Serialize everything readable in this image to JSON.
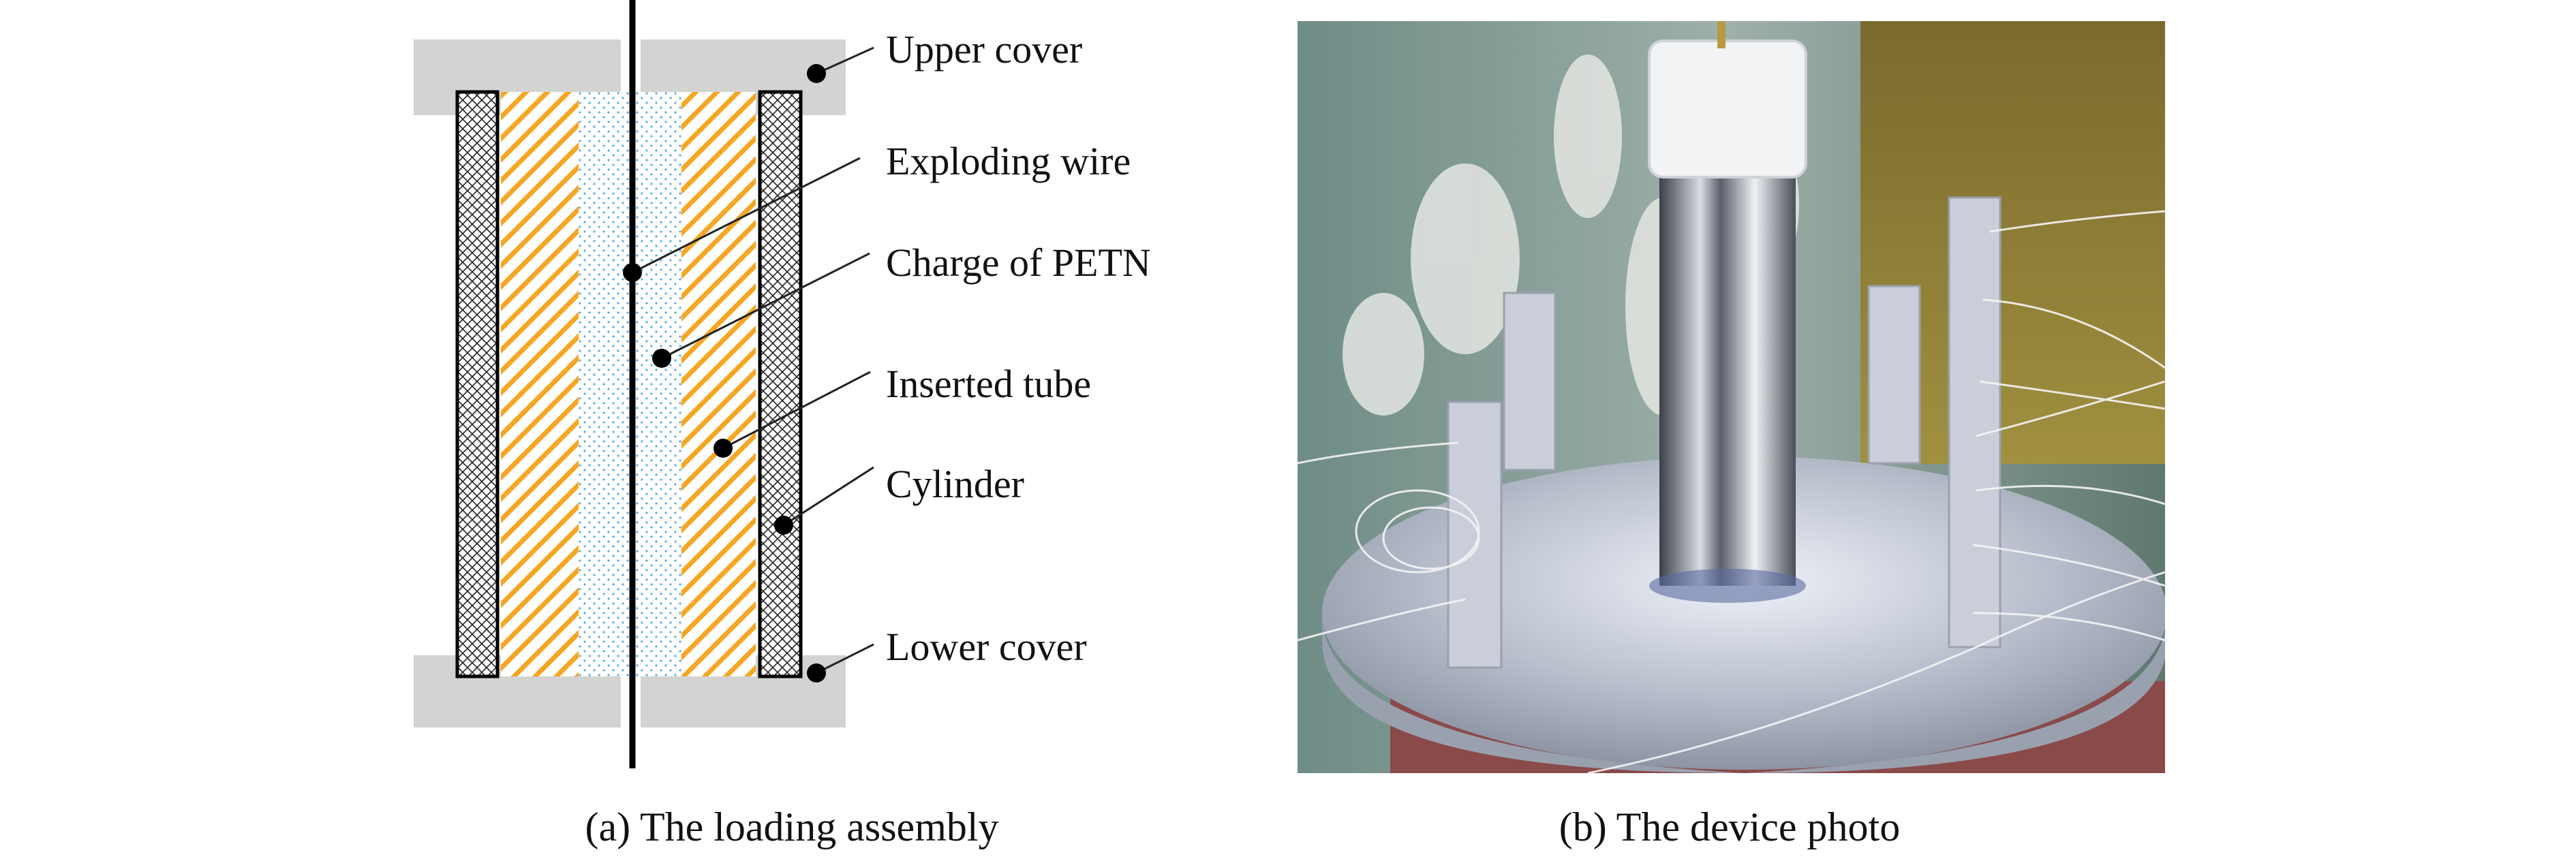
{
  "figure_a": {
    "caption": "(a) The loading assembly",
    "labels": {
      "upper_cover": "Upper cover",
      "exploding_wire": "Exploding wire",
      "charge": "Charge of PETN",
      "inserted_tube": "Inserted tube",
      "cylinder": "Cylinder",
      "lower_cover": "Lower cover"
    },
    "colors": {
      "cover": "#d3d3d1",
      "tube_hatch": "#f6a623",
      "charge_dots": "#5aaee0",
      "wire": "#000000"
    }
  },
  "figure_b": {
    "caption": "(b) The device photo"
  }
}
